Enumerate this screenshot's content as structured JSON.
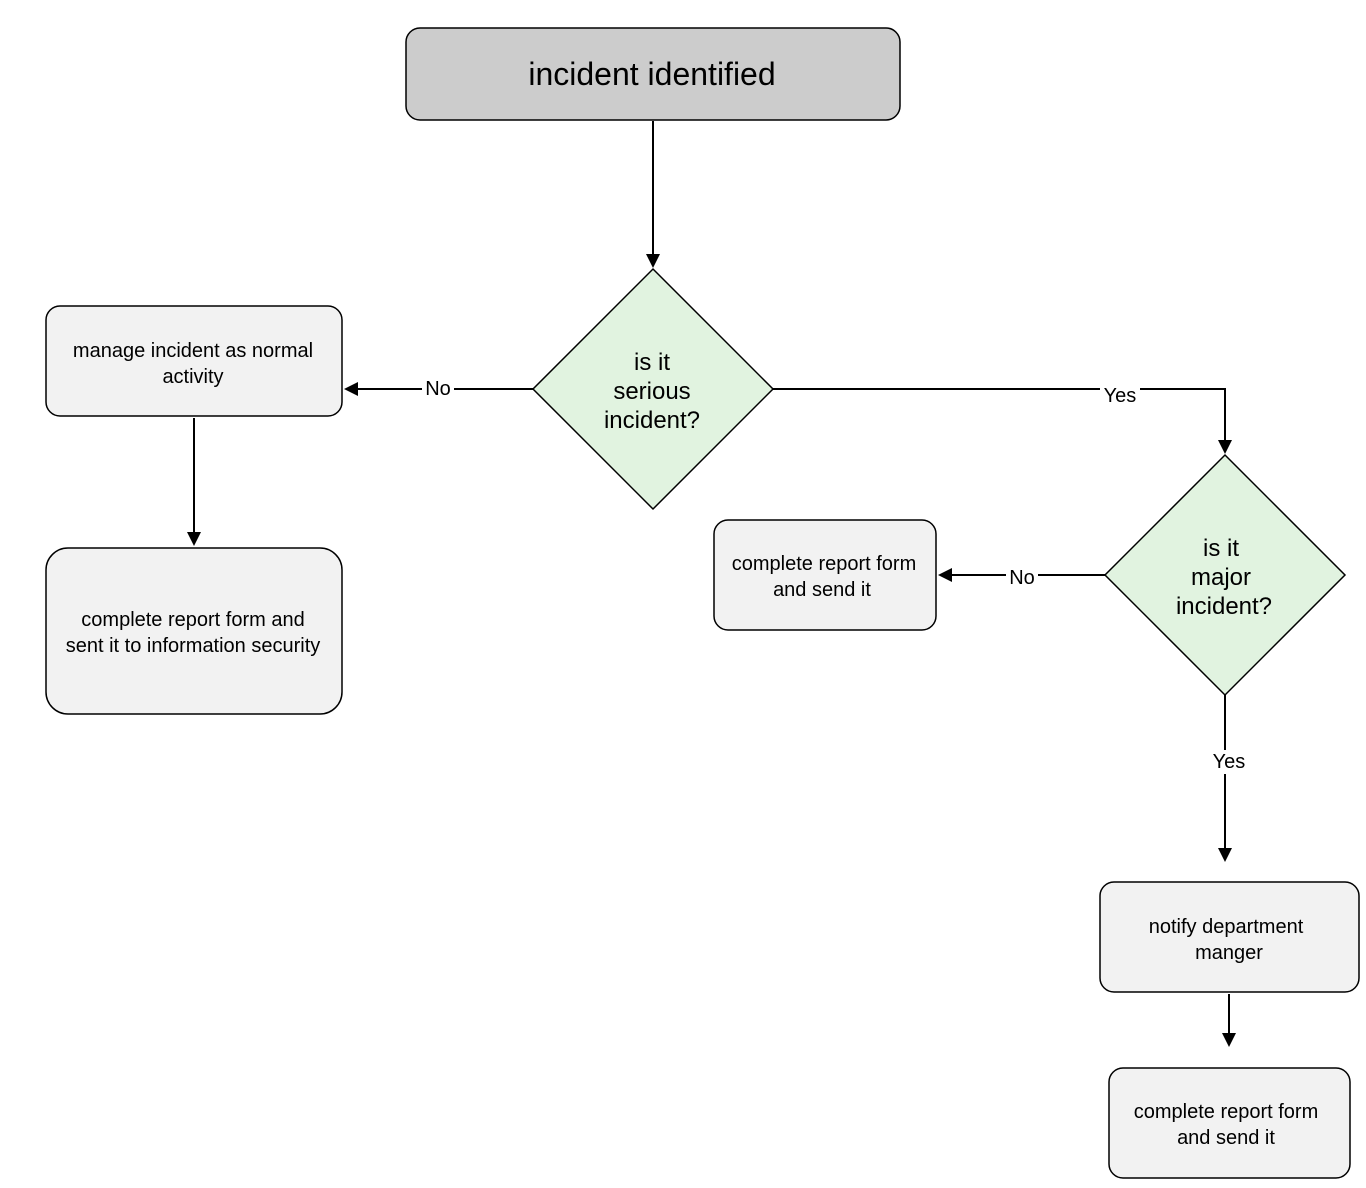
{
  "diagram": {
    "nodes": {
      "start": {
        "lines": [
          "incident identified"
        ],
        "fill": "#cccccc"
      },
      "serious": {
        "lines": [
          "is it",
          "serious",
          "incident?"
        ],
        "fill": "#e1f3e0"
      },
      "manage": {
        "lines": [
          "manage incident as normal",
          "activity"
        ],
        "fill": "#f2f2f2"
      },
      "report_infosec": {
        "lines": [
          "complete report form and",
          "sent it to information security"
        ],
        "fill": "#f2f2f2"
      },
      "major": {
        "lines": [
          "is it",
          "major",
          "incident?"
        ],
        "fill": "#e1f3e0"
      },
      "report_send_minor": {
        "lines": [
          "complete report form",
          "and send it"
        ],
        "fill": "#f2f2f2"
      },
      "notify": {
        "lines": [
          "notify department",
          "manger"
        ],
        "fill": "#f2f2f2"
      },
      "report_send_major": {
        "lines": [
          "complete report form",
          "and send it"
        ],
        "fill": "#f2f2f2"
      }
    },
    "edges": [
      {
        "from": "start",
        "to": "serious",
        "label": ""
      },
      {
        "from": "serious",
        "to": "manage",
        "label": "No"
      },
      {
        "from": "serious",
        "to": "major",
        "label": "Yes"
      },
      {
        "from": "manage",
        "to": "report_infosec",
        "label": ""
      },
      {
        "from": "major",
        "to": "report_send_minor",
        "label": "No"
      },
      {
        "from": "major",
        "to": "notify",
        "label": "Yes"
      },
      {
        "from": "notify",
        "to": "report_send_major",
        "label": ""
      }
    ]
  }
}
